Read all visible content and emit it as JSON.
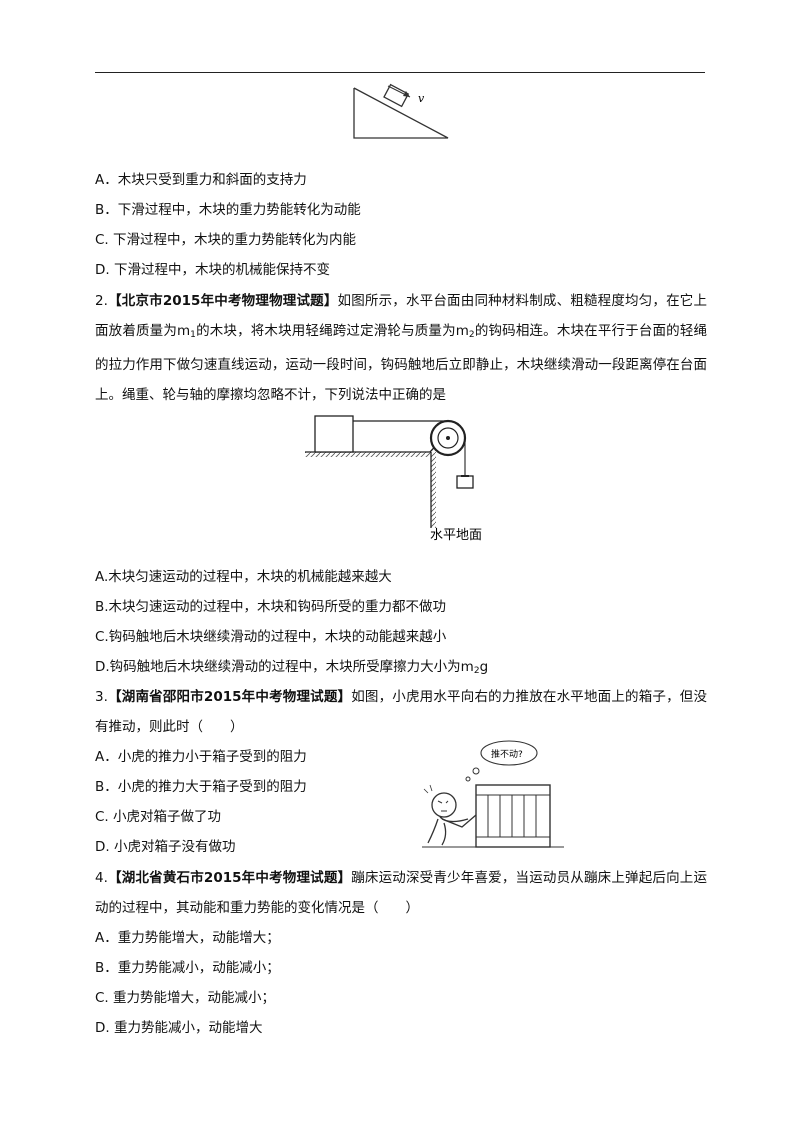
{
  "fig1": {
    "velocity_label": "v"
  },
  "q1": {
    "options": [
      "A．木块只受到重力和斜面的支持力",
      "B．下滑过程中，木块的重力势能转化为动能",
      "C. 下滑过程中，木块的重力势能转化为内能",
      "D. 下滑过程中，木块的机械能保持不变"
    ]
  },
  "q2": {
    "number": "2.",
    "source": "【北京市2015年中考物理物理试题】",
    "stem_a": "如图所示，水平台面由同种材料制成、粗糙程度均匀，在它上面放着质量为m",
    "sub1": "1",
    "stem_b": "的木块，将木块用轻绳跨过定滑轮与质量为m",
    "sub2": "2",
    "stem_c": "的钩码相连。木块在平行于台面的轻绳的拉力作用下做匀速直线运动，运动一段时间，钩码触地后立即静止，木块继续滑动一段距离停在台面上。绳重、轮与轴的摩擦均忽略不计，下列说法中正确的是",
    "figure_label": "水平地面",
    "options": [
      "A.木块匀速运动的过程中，木块的机械能越来越大",
      "B.木块匀速运动的过程中，木块和钩码所受的重力都不做功",
      "C.钩码触地后木块继续滑动的过程中，木块的动能越来越小"
    ],
    "option_d_text": "D.钩码触地后木块继续滑动的过程中，木块所受摩擦力大小为m",
    "option_d_sub": "2",
    "option_d_tail": "g"
  },
  "q3": {
    "number": "3.",
    "source": "【湖南省邵阳市2015年中考物理试题】",
    "stem": "如图，小虎用水平向右的力推放在水平地面上的箱子，但没有推动，则此时（　　）",
    "bubble_text": "推不动?",
    "options": [
      "A．小虎的推力小于箱子受到的阻力",
      "B．小虎的推力大于箱子受到的阻力",
      "C. 小虎对箱子做了功",
      "D. 小虎对箱子没有做功"
    ]
  },
  "q4": {
    "number": "4.",
    "source": "【湖北省黄石市2015年中考物理试题】",
    "stem": "蹦床运动深受青少年喜爱，当运动员从蹦床上弹起后向上运动的过程中，其动能和重力势能的变化情况是（　　）",
    "options": [
      "A．重力势能增大，动能增大；",
      "B．重力势能减小，动能减小；",
      "C. 重力势能增大，动能减小；",
      "D. 重力势能减小，动能增大"
    ]
  }
}
